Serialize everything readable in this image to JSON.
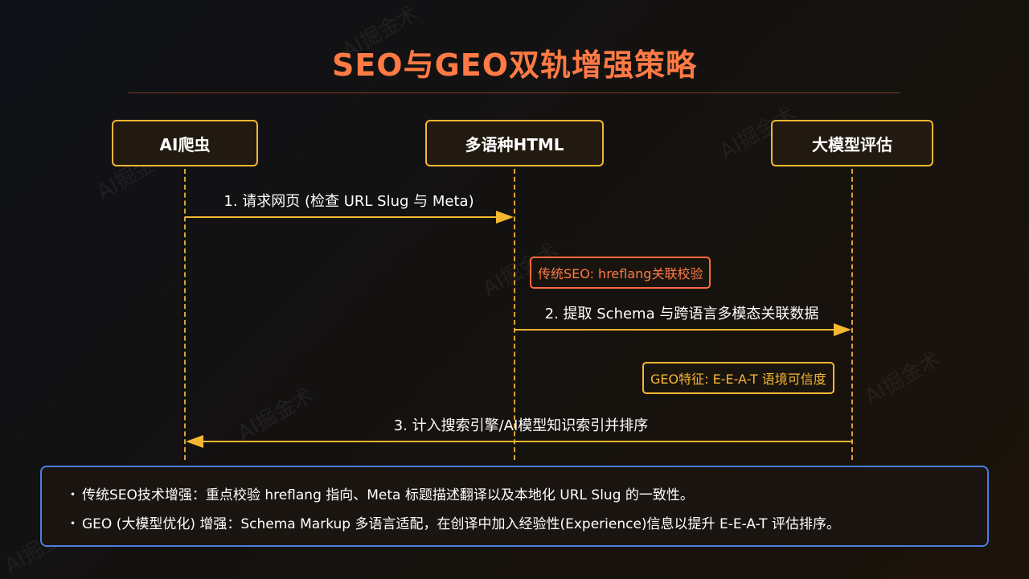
{
  "title": "SEO与GEO双轨增强策略",
  "actors": [
    {
      "label": "AI爬虫"
    },
    {
      "label": "多语种HTML"
    },
    {
      "label": "大模型评估"
    }
  ],
  "messages": [
    {
      "label": "1. 请求网页 (检查 URL Slug 与 Meta)"
    },
    {
      "label": "2. 提取 Schema 与跨语言多模态关联数据"
    },
    {
      "label": "3. 计入搜索引擎/AI模型知识索引并排序"
    }
  ],
  "notes": {
    "seo": "传统SEO: hreflang关联校验",
    "geo": "GEO特征: E-E-A-T 语境可信度"
  },
  "info": {
    "items": [
      "传统SEO技术增强：重点校验 hreflang 指向、Meta 标题描述翻译以及本地化 URL Slug 的一致性。",
      "GEO (大模型优化) 增强：Schema Markup 多语言适配，在创译中加入经验性(Experience)信息以提升 E-E-A-T 评估排序。"
    ],
    "bullet": "・"
  },
  "watermark": "AI掘金术",
  "colors": {
    "title": "#ff7a45",
    "actor_border": "#f5b731",
    "arrow": "#f5b731",
    "note_seo": "#ff6a3d",
    "note_geo": "#f5b731",
    "info_border": "#4a7fe0"
  }
}
